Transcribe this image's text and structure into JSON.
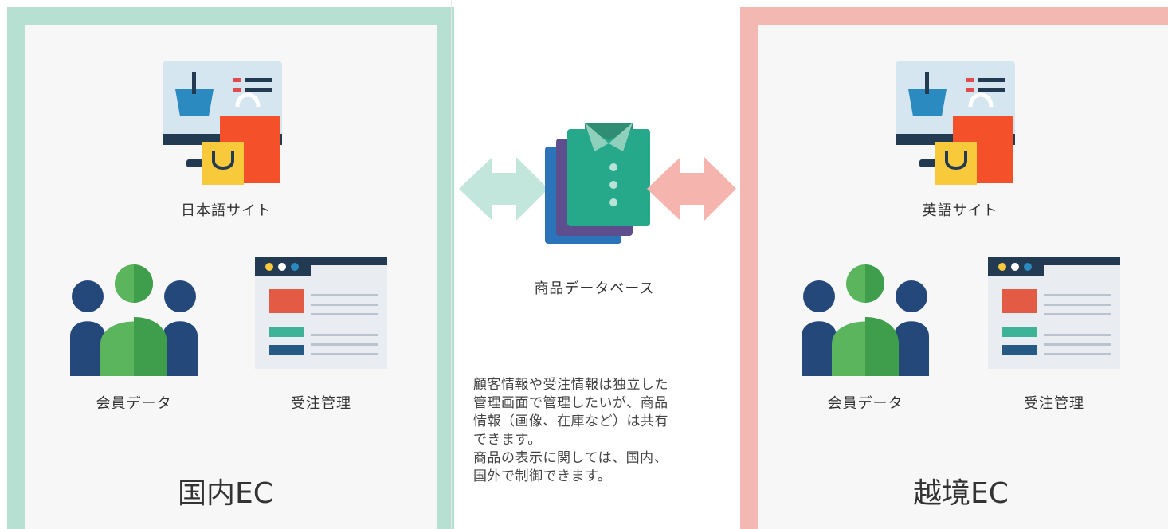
{
  "domestic": {
    "site_label": "日本語サイト",
    "members_label": "会員データ",
    "orders_label": "受注管理",
    "title": "国内EC",
    "border_color": "#b5e0d2"
  },
  "center": {
    "db_label": "商品データベース",
    "note": "顧客情報や受注情報は独立した\n管理画面で管理したいが、商品\n情報（画像、在庫など）は共有\nできます。\n商品の表示に関しては、国内、\n国外で制御できます。",
    "left_arrow_color": "#c3e6dc",
    "right_arrow_color": "#f5b5ae"
  },
  "crossborder": {
    "site_label": "英語サイト",
    "members_label": "会員データ",
    "orders_label": "受注管理",
    "title": "越境EC",
    "border_color": "#f4b8b2"
  },
  "icons": [
    "monitor-shopping-icon",
    "users-group-icon",
    "browser-window-icon",
    "clothing-stack-icon",
    "double-arrow-icon"
  ]
}
